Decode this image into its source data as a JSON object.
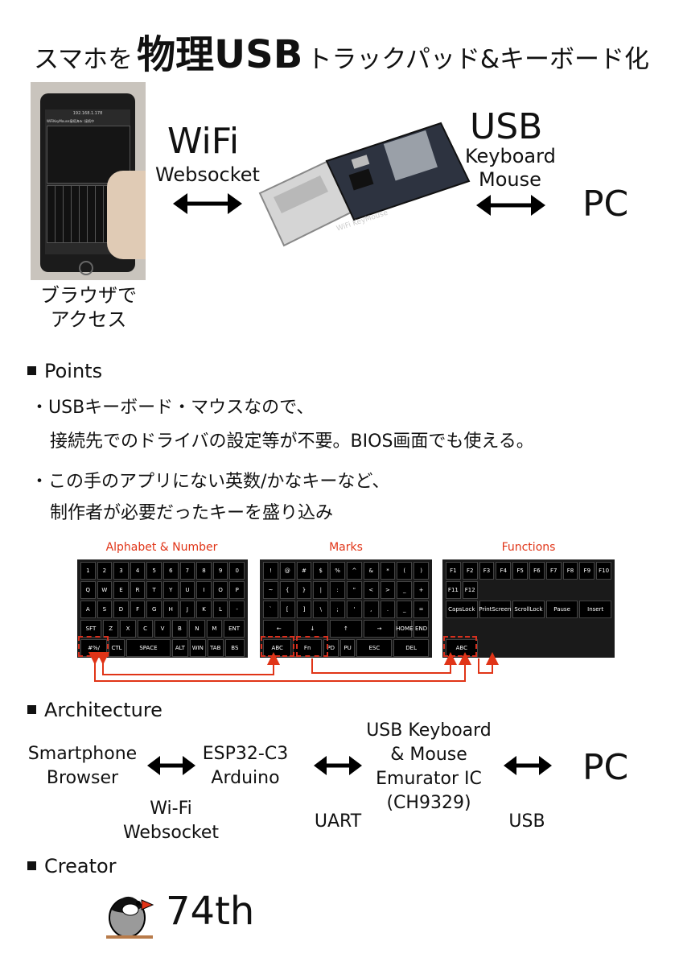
{
  "title": {
    "part1": "スマホを",
    "part2": "物理USB",
    "part3": "トラックパッド&キーボード化"
  },
  "hero": {
    "phone_caption_line1": "ブラウザで",
    "phone_caption_line2": "アクセス",
    "wifi": "WiFi",
    "websocket": "Websocket",
    "usb": "USB",
    "keyboard": "Keyboard",
    "mouse": "Mouse",
    "pc": "PC",
    "phone_url": "192.168.1.178",
    "phone_status": "WiFiKeyMouse接続済み: 接続中",
    "dongle_text": "WiFi KeyMouse"
  },
  "points": {
    "heading": "Points",
    "item1_line1": "・USBキーボード・マウスなので、",
    "item1_line2": "接続先でのドライバの設定等が不要。BIOS画面でも使える。",
    "item2_line1": "・この手のアプリにない英数/かなキーなど、",
    "item2_line2": "制作者が必要だったキーを盛り込み"
  },
  "keyboards": {
    "alphabet": {
      "title": "Alphabet & Number",
      "rows": [
        [
          "1",
          "2",
          "3",
          "4",
          "5",
          "6",
          "7",
          "8",
          "9",
          "0"
        ],
        [
          "Q",
          "W",
          "E",
          "R",
          "T",
          "Y",
          "U",
          "I",
          "O",
          "P"
        ],
        [
          "A",
          "S",
          "D",
          "F",
          "G",
          "H",
          "J",
          "K",
          "L",
          "-"
        ],
        [
          "SFT",
          "Z",
          "X",
          "C",
          "V",
          "B",
          "N",
          "M",
          "ENT"
        ],
        [
          "#%/",
          "CTL",
          "SPACE",
          "ALT",
          "WIN",
          "TAB",
          "BS"
        ]
      ]
    },
    "marks": {
      "title": "Marks",
      "rows": [
        [
          "!",
          "@",
          "#",
          "$",
          "%",
          "^",
          "&",
          "*",
          "(",
          ")"
        ],
        [
          "~",
          "{",
          "}",
          "|",
          ":",
          "\"",
          "<",
          ">",
          "_",
          "+"
        ],
        [
          "`",
          "[",
          "]",
          "\\",
          ";",
          "'",
          ",",
          ".",
          "_",
          "="
        ],
        [
          "←",
          "↓",
          "↑",
          "→",
          "HOME",
          "END"
        ],
        [
          "ABC",
          "Fn",
          "PD",
          "PU",
          "ESC",
          "DEL"
        ]
      ]
    },
    "functions": {
      "title": "Functions",
      "rows": [
        [
          "F1",
          "F2",
          "F3",
          "F4",
          "F5",
          "F6",
          "F7",
          "F8",
          "F9",
          "F10"
        ],
        [
          "F11",
          "F12"
        ],
        [
          "CapsLock",
          "PrintScreen",
          "ScrollLock",
          "Pause",
          "Insert"
        ],
        [
          "ABC"
        ]
      ]
    }
  },
  "architecture": {
    "heading": "Architecture",
    "node1_line1": "Smartphone",
    "node1_line2": "Browser",
    "node2_line1": "ESP32-C3",
    "node2_line2": "Arduino",
    "node3_line1": "USB Keyboard",
    "node3_line2": "& Mouse",
    "node3_line3": "Emurator IC",
    "node3_line4": "(CH9329)",
    "node4": "PC",
    "link1_line1": "Wi-Fi",
    "link1_line2": "Websocket",
    "link2": "UART",
    "link3": "USB"
  },
  "creator": {
    "heading": "Creator",
    "name": "74th"
  },
  "colors": {
    "accent": "#e03417",
    "keyboard_bg": "#1a1a1a"
  }
}
